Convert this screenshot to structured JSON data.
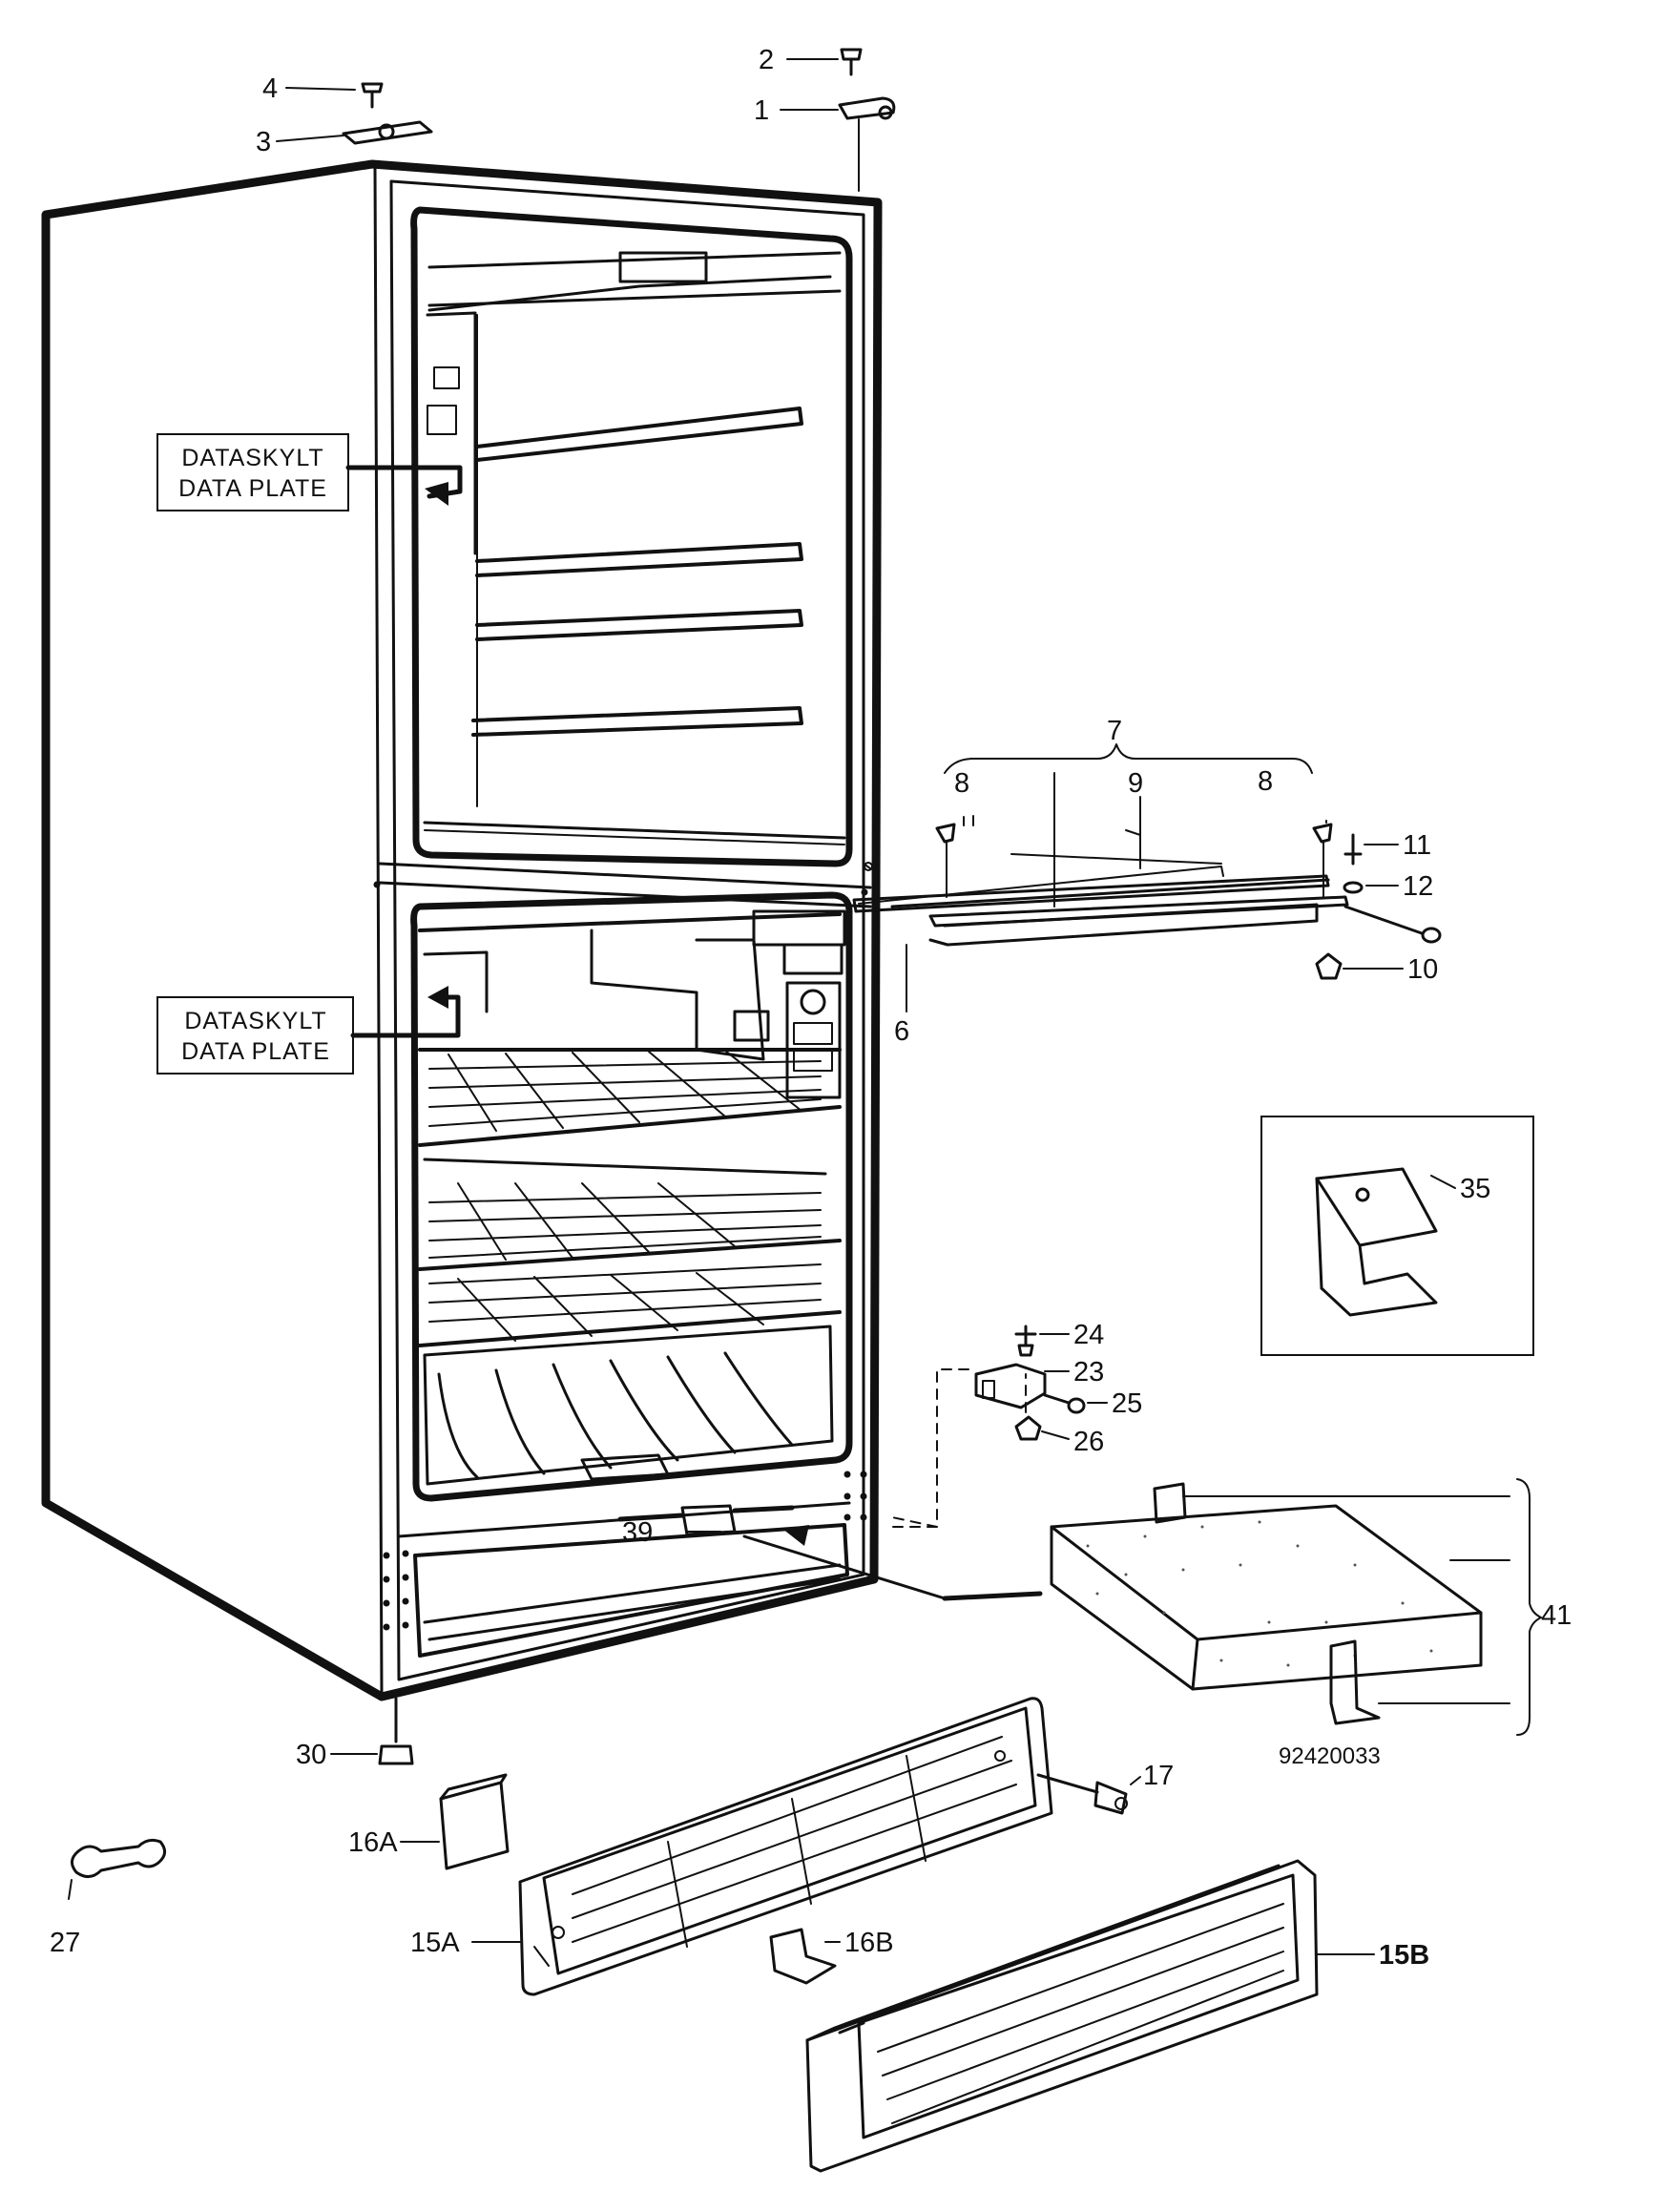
{
  "diagram": {
    "drawing_number": "92420033",
    "data_plate_upper": {
      "line1": "DATASKYLT",
      "line2": "DATA PLATE"
    },
    "data_plate_lower": {
      "line1": "DATASKYLT",
      "line2": "DATA PLATE"
    },
    "callouts": {
      "c1": "1",
      "c2": "2",
      "c3": "3",
      "c4": "4",
      "c6": "6",
      "c7": "7",
      "c8a": "8",
      "c8b": "8",
      "c9": "9",
      "c10": "10",
      "c11": "11",
      "c12": "12",
      "c15a": "15A",
      "c15b": "15B",
      "c16a": "16A",
      "c16b": "16B",
      "c17": "17",
      "c23": "23",
      "c24": "24",
      "c25": "25",
      "c26": "26",
      "c27": "27",
      "c30": "30",
      "c35": "35",
      "c39": "39",
      "c41": "41"
    }
  }
}
